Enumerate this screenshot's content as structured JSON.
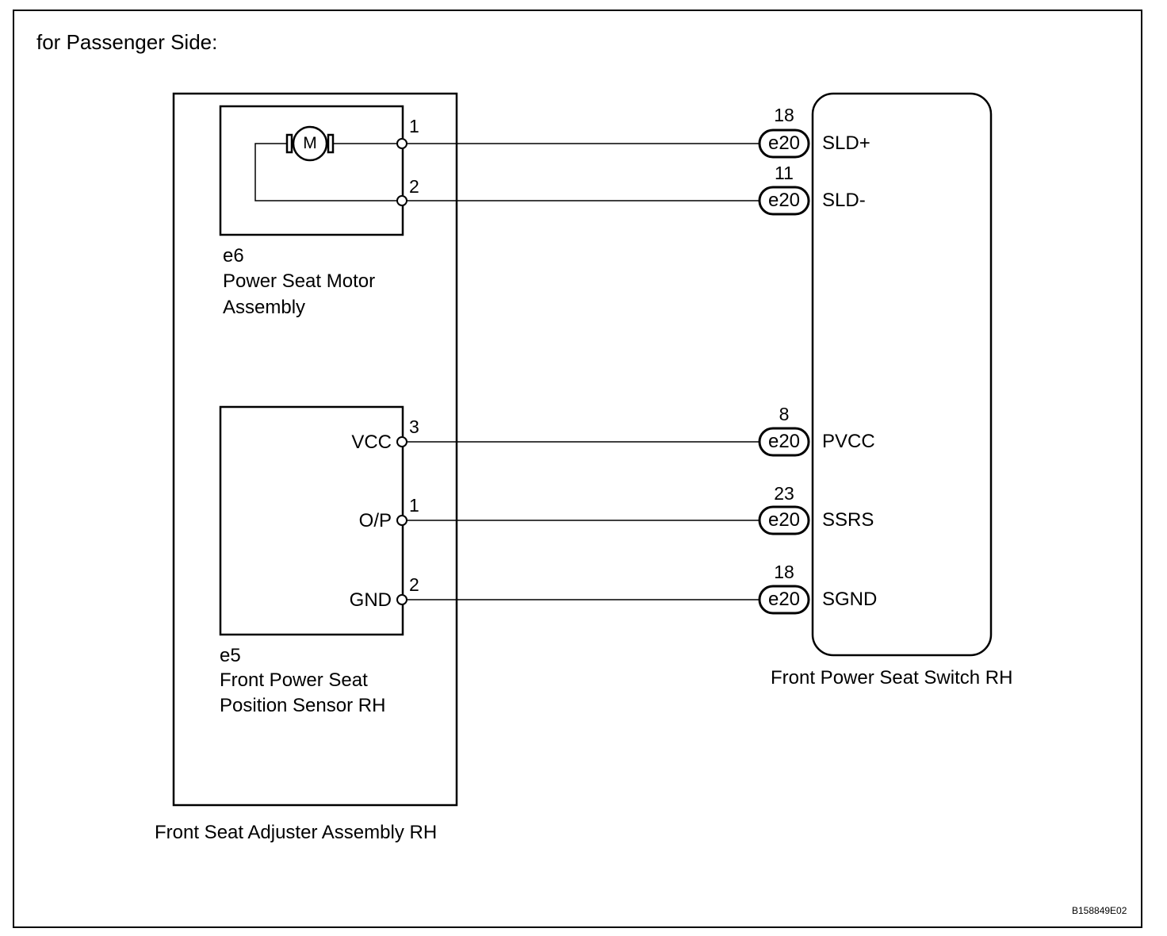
{
  "header": {
    "title": "for Passenger Side:"
  },
  "adjuster": {
    "label": "Front Seat Adjuster Assembly RH"
  },
  "motor": {
    "code": "e6",
    "name_line1": "Power Seat Motor",
    "name_line2": "Assembly",
    "symbol": "M",
    "pins": [
      "1",
      "2"
    ]
  },
  "sensor": {
    "code": "e5",
    "name_line1": "Front Power Seat",
    "name_line2": "Position Sensor RH",
    "terminals": [
      {
        "name": "VCC",
        "pin": "3"
      },
      {
        "name": "O/P",
        "pin": "1"
      },
      {
        "name": "GND",
        "pin": "2"
      }
    ]
  },
  "switch": {
    "label": "Front Power Seat Switch RH",
    "connector": "e20",
    "terminals": [
      {
        "pin": "18",
        "name": "SLD+"
      },
      {
        "pin": "11",
        "name": "SLD-"
      },
      {
        "pin": "8",
        "name": "PVCC"
      },
      {
        "pin": "23",
        "name": "SSRS"
      },
      {
        "pin": "18",
        "name": "SGND"
      }
    ]
  },
  "footer": {
    "figure_code": "B158849E02"
  }
}
